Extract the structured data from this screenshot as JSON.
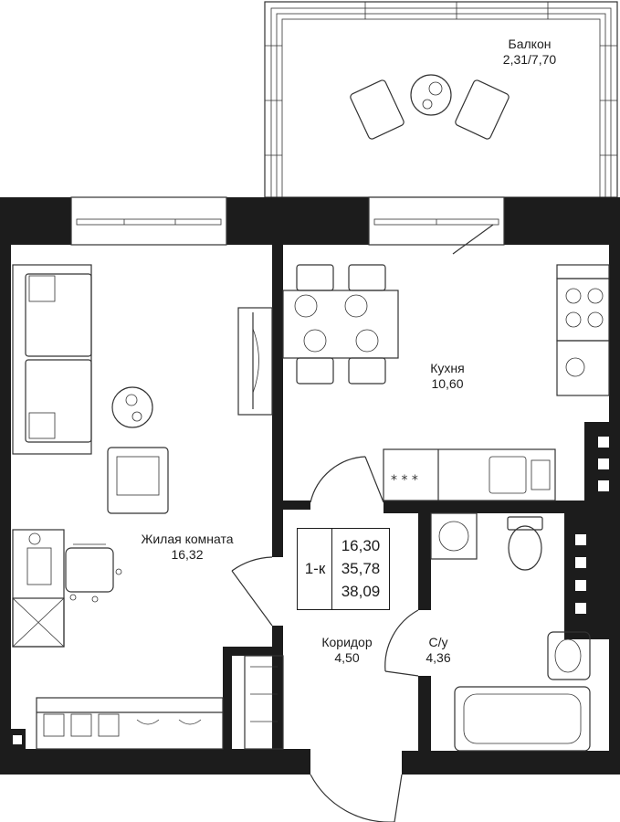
{
  "rooms": {
    "balcony": {
      "name": "Балкон",
      "area": "2,31/7,70"
    },
    "kitchen": {
      "name": "Кухня",
      "area": "10,60"
    },
    "living": {
      "name": "Жилая комната",
      "area": "16,32"
    },
    "corridor": {
      "name": "Коридор",
      "area": "4,50"
    },
    "bathroom": {
      "name": "С/у",
      "area": "4,36"
    }
  },
  "apartment": {
    "type": "1-к",
    "living_area": "16,30",
    "total_area": "35,78",
    "total_with_balcony": "38,09"
  },
  "colors": {
    "wall": "#1c1c1c",
    "line": "#333333",
    "background": "#ffffff"
  }
}
